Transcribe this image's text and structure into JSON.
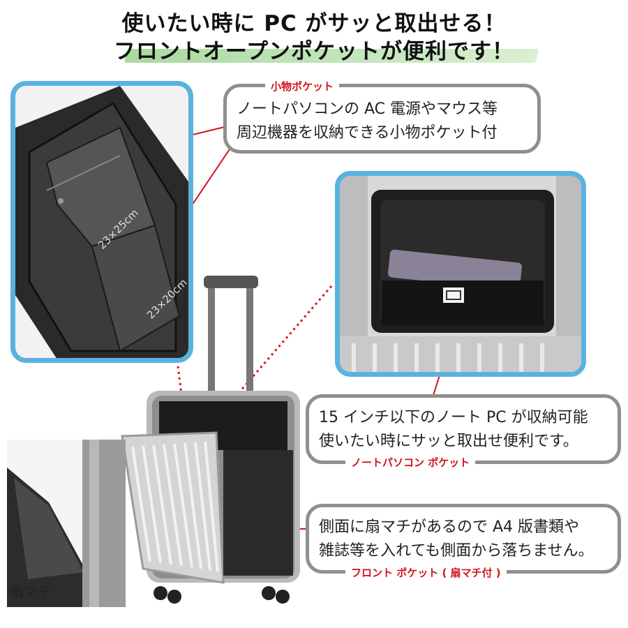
{
  "headline": {
    "line1": "使いたい時に PC がサッと取出せる！",
    "line2": "フロントオープンポケットが便利です！"
  },
  "callouts": {
    "small_pocket": {
      "tag": "小物ポケット",
      "line1": "ノートパソコンの AC 電源やマウス等",
      "line2": "周辺機器を収納できる小物ポケット付"
    },
    "laptop_pocket": {
      "tag": "ノートパソコン ポケット",
      "line1": "15 インチ以下のノート PC が収納可能",
      "line2": "使いたい時にサッと取出せ便利です。"
    },
    "front_pocket": {
      "tag": "フロント ポケット ( 扇マチ付 )",
      "line1": "側面に扇マチがあるので A4 版書類や",
      "line2": "雑誌等を入れても側面から落ちません。"
    }
  },
  "dimensions": {
    "upper": "23×25cm",
    "lower": "23×20cm"
  },
  "side_caption": "扇マチ",
  "colors": {
    "frame_blue": "#59b3e0",
    "accent_red": "#d0121b",
    "callout_border": "#8f8f8f",
    "headline_bar": "#a9d9a0"
  }
}
